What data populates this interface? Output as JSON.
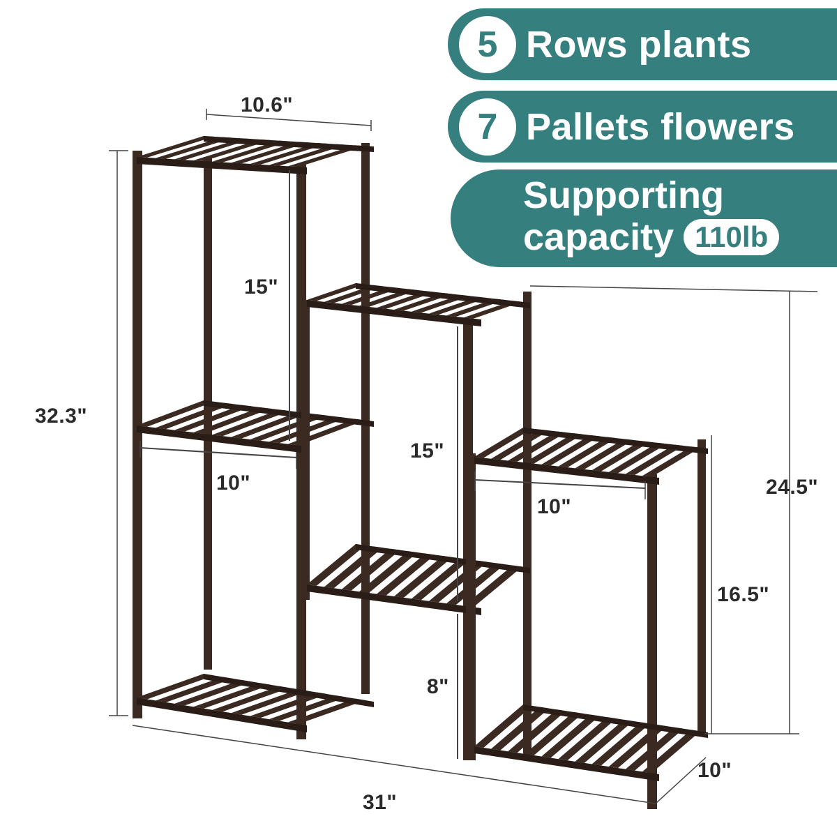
{
  "badges": {
    "rows": {
      "number": "5",
      "text": "Rows plants"
    },
    "pallets": {
      "number": "7",
      "text": "Pallets flowers"
    },
    "capacity": {
      "line1": "Supporting",
      "line2": "capacity",
      "value": "110lb"
    }
  },
  "dimensions": {
    "top_width": "10.6\"",
    "total_height": "32.3\"",
    "left_gap": "15\"",
    "left_depth": "10\"",
    "mid_gap": "15\"",
    "mid_low_gap": "8\"",
    "right_depth": "10\"",
    "mid_height": "24.5\"",
    "right_height": "16.5\"",
    "total_width": "31\"",
    "base_depth": "10\""
  },
  "colors": {
    "badge_teal": "#35807f",
    "wood": "#3b2a22",
    "wood_dark": "#2a1d17",
    "dim_line": "#444444"
  }
}
